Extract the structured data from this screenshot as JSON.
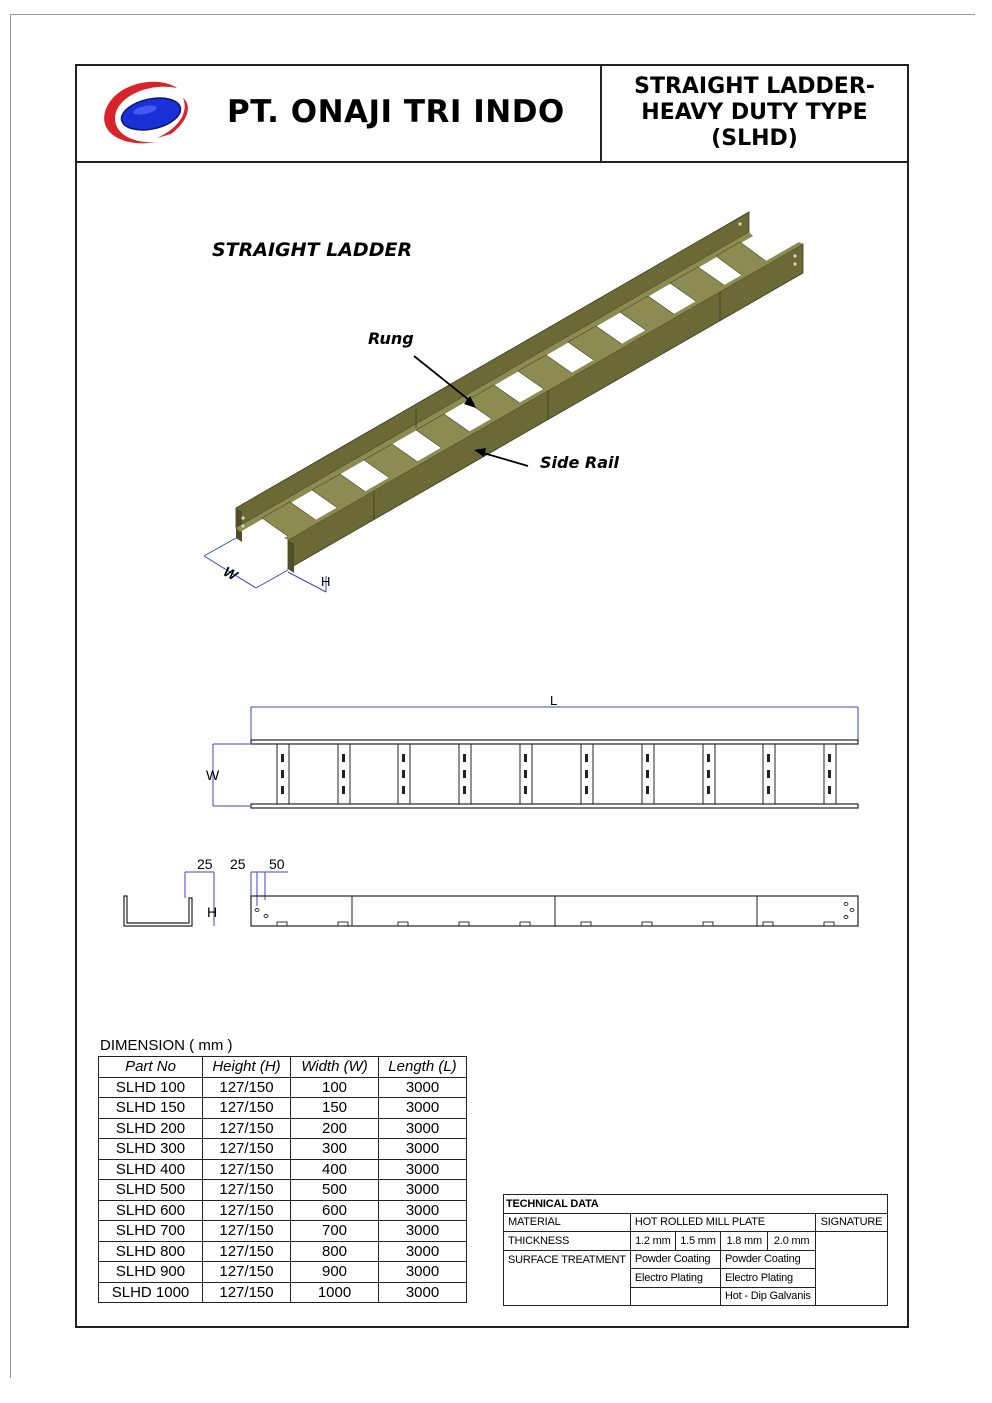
{
  "header": {
    "company_name": "PT. ONAJI TRI INDO",
    "title_line1": "STRAIGHT LADDER-",
    "title_line2": "HEAVY DUTY TYPE",
    "title_line3": "(SLHD)"
  },
  "drawing": {
    "section_title": "STRAIGHT LADDER",
    "rung_label": "Rung",
    "side_rail_label": "Side Rail",
    "w_label": "W",
    "h_label": "H",
    "plan_length_label": "L",
    "plan_width_label": "W",
    "side_dim_1": "25",
    "side_dim_2": "25",
    "side_dim_3": "50",
    "side_h_label": "H"
  },
  "colors": {
    "ladder_olive": "#6b6a37",
    "ladder_dark": "#4f4e27",
    "ladder_light": "#8c8b52",
    "dimension_blue": "#3b46c6",
    "logo_blue": "#1a2fd6",
    "logo_red": "#d9232a"
  },
  "dimensions": {
    "caption": "DIMENSION ( mm )",
    "headers": [
      "Part No",
      "Height (H)",
      "Width (W)",
      "Length (L)"
    ],
    "rows": [
      [
        "SLHD 100",
        "127/150",
        "100",
        "3000"
      ],
      [
        "SLHD 150",
        "127/150",
        "150",
        "3000"
      ],
      [
        "SLHD 200",
        "127/150",
        "200",
        "3000"
      ],
      [
        "SLHD 300",
        "127/150",
        "300",
        "3000"
      ],
      [
        "SLHD 400",
        "127/150",
        "400",
        "3000"
      ],
      [
        "SLHD 500",
        "127/150",
        "500",
        "3000"
      ],
      [
        "SLHD 600",
        "127/150",
        "600",
        "3000"
      ],
      [
        "SLHD 700",
        "127/150",
        "700",
        "3000"
      ],
      [
        "SLHD 800",
        "127/150",
        "800",
        "3000"
      ],
      [
        "SLHD 900",
        "127/150",
        "900",
        "3000"
      ],
      [
        "SLHD 1000",
        "127/150",
        "1000",
        "3000"
      ]
    ]
  },
  "technical": {
    "title": "TECHNICAL DATA",
    "material_label": "MATERIAL",
    "material_value": "HOT ROLLED MILL PLATE",
    "signature_label": "SIGNATURE",
    "thickness_label": "THICKNESS",
    "thicknesses": [
      "1.2 mm",
      "1.5 mm",
      "1.8 mm",
      "2.0 mm"
    ],
    "surface_label": "SURFACE TREATMENT",
    "surface_rows": [
      [
        "Powder Coating",
        "Powder Coating"
      ],
      [
        "Electro Plating",
        "Electro Plating"
      ],
      [
        "",
        "Hot - Dip Galvanis"
      ]
    ]
  }
}
